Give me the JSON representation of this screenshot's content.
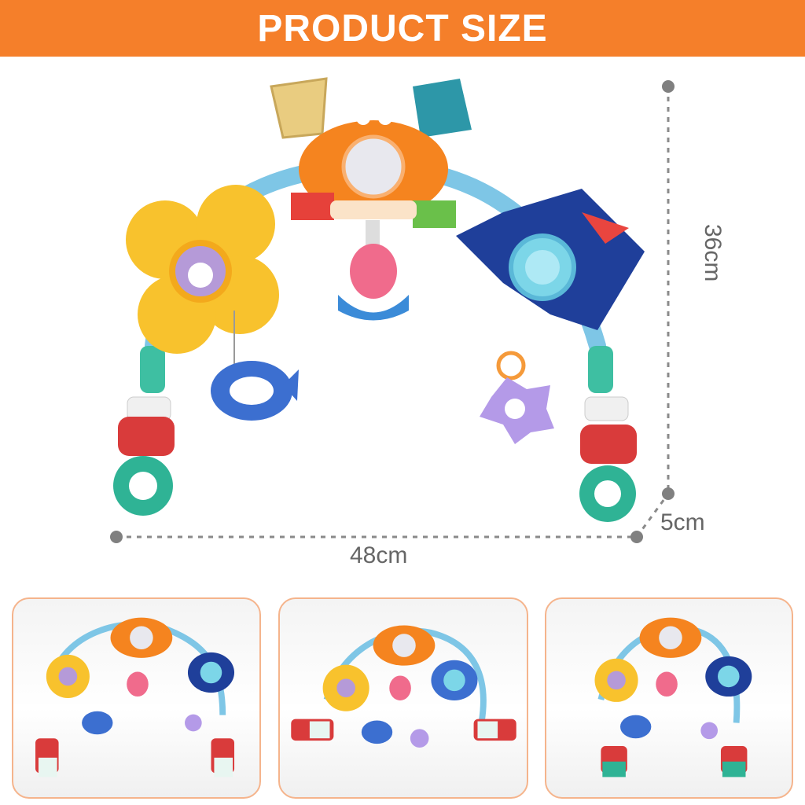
{
  "banner": {
    "title": "PRODUCT SIZE",
    "color": "#f57f2a"
  },
  "dimensions": {
    "height": "36cm",
    "depth": "5cm",
    "width": "48cm"
  },
  "product": {
    "parts": [
      "crab-mirror",
      "flower-spinner",
      "shark-rattle",
      "jellyfish-toy",
      "whale-teether",
      "star-teether",
      "stroller-clip"
    ]
  },
  "thumbnails": [
    {
      "variant": "arch-hanging-clips"
    },
    {
      "variant": "arch-flat-clips"
    },
    {
      "variant": "arch-compact-clips"
    }
  ]
}
